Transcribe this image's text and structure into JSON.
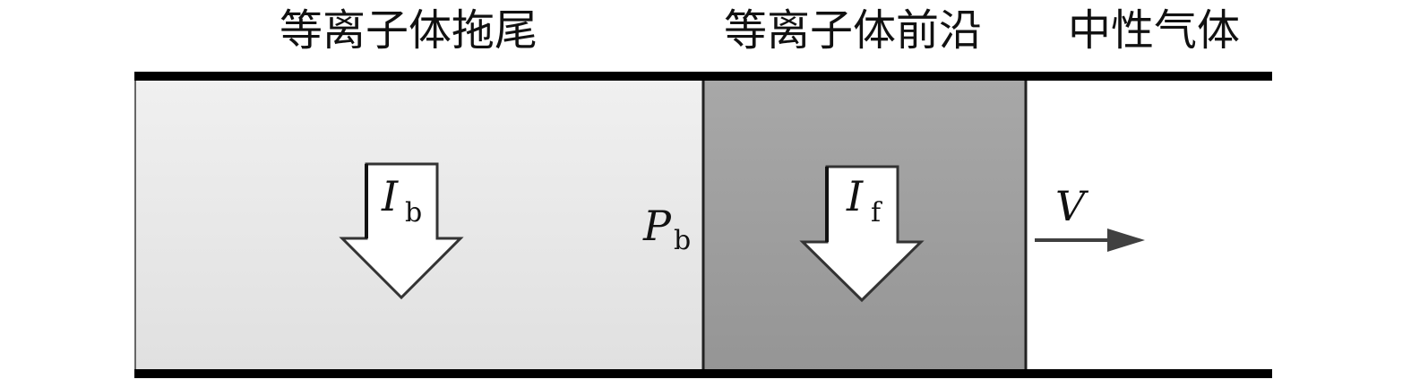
{
  "labels": {
    "tail": "等离子体拖尾",
    "front": "等离子体前沿",
    "neutral": "中性气体"
  },
  "symbols": {
    "ib_main": "I",
    "ib_sub": "b",
    "if_main": "I",
    "if_sub": "f",
    "pb_main": "P",
    "pb_sub": "b",
    "v": "V"
  },
  "colors": {
    "tail_fill_top": "#f0f0f0",
    "tail_fill_bottom": "#e0e0e0",
    "front_fill_top": "#a8a8a8",
    "front_fill_bottom": "#959595",
    "neutral_fill": "#ffffff",
    "wall": "#000000",
    "arrow": "#404040"
  }
}
